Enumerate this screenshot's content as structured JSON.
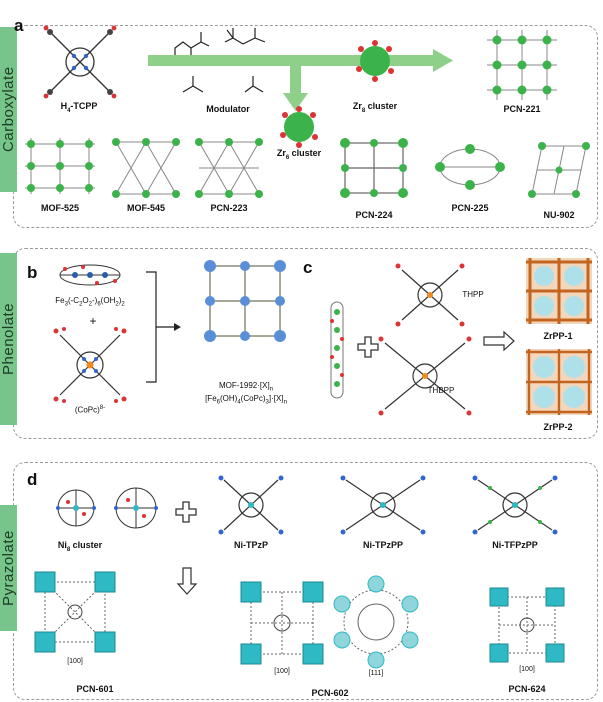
{
  "sidebar_labels": {
    "a": "Carboxylate",
    "b": "Phenolate",
    "d": "Pyrazolate"
  },
  "panel_letters": {
    "a": "a",
    "b": "b",
    "c": "c",
    "d": "d"
  },
  "panel_a": {
    "ligand_label": "H",
    "ligand_sub": "4",
    "ligand_suffix": "-TCPP",
    "modulator_label": "Modulator",
    "zr8_label": "Zr",
    "zr8_sub": "8",
    "zr8_suffix": " cluster",
    "zr6_label": "Zr",
    "zr6_sub": "6",
    "zr6_suffix": " cluster",
    "frameworks": [
      "PCN-221",
      "MOF-525",
      "MOF-545",
      "PCN-223",
      "PCN-224",
      "PCN-225",
      "NU-902"
    ]
  },
  "panel_b": {
    "cluster_label": "Fe",
    "cluster_sub1": "3",
    "cluster_mid": "(-C",
    "cluster_sub2": "2",
    "cluster_mid2": "O",
    "cluster_sub3": "2",
    "cluster_mid3": "-)",
    "cluster_sub4": "6",
    "cluster_mid4": "(OH",
    "cluster_sub5": "2",
    "cluster_end": ")",
    "cluster_sub6": "2",
    "plus": "+",
    "ligand": "(CoPc)",
    "ligand_sup": "8-",
    "product_line1": "MOF-1992·[X]",
    "product_line1_sub": "n",
    "product_line2": "[Fe",
    "product_line2_sub1": "6",
    "product_line2_mid": "(OH)",
    "product_line2_sub2": "4",
    "product_line2_mid2": "(CoPc)",
    "product_line2_sub3": "3",
    "product_line2_end": "]·[X]",
    "product_line2_sub4": "n"
  },
  "panel_c": {
    "thpp": "THPP",
    "thbpp": "THBPP",
    "zrpp1": "ZrPP-1",
    "zrpp2": "ZrPP-2"
  },
  "panel_d": {
    "ni8": "Ni",
    "ni8_sub": "8",
    "ni8_suffix": " cluster",
    "ligands": [
      "Ni-TPzP",
      "Ni-TPzPP",
      "Ni-TFPzPP"
    ],
    "frameworks": [
      "PCN-601",
      "PCN-602",
      "PCN-624"
    ],
    "dirs": [
      "[100]",
      "[100]",
      "[111]",
      "[100]"
    ]
  },
  "colors": {
    "green_bar": "#77c58a",
    "zr_green": "#3cb34a",
    "teal": "#2fb9c4",
    "arrow_green": "#8ed08a",
    "dashed": "#9a9a9a"
  }
}
